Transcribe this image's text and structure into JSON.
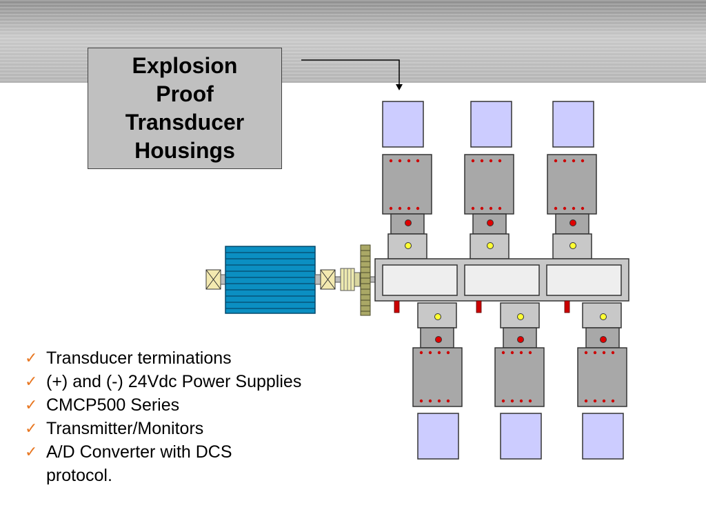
{
  "callout": {
    "title": "Explosion Proof Transducer Housings"
  },
  "bullets": [
    "Transducer terminations",
    "(+) and (-) 24Vdc Power Supplies",
    "CMCP500 Series",
    "Transmitter/Monitors",
    "A/D Converter with DCS protocol."
  ],
  "colors": {
    "motor": "#0b8fc2",
    "probe_box": "#ccccff",
    "housing": "#a8a8a8",
    "pin": "#cc0000",
    "dot_red": "#e00000",
    "dot_yellow": "#ffff33",
    "gear": "#aaa866",
    "check": "#e87722"
  },
  "icons": {
    "bullet": "check-icon"
  }
}
